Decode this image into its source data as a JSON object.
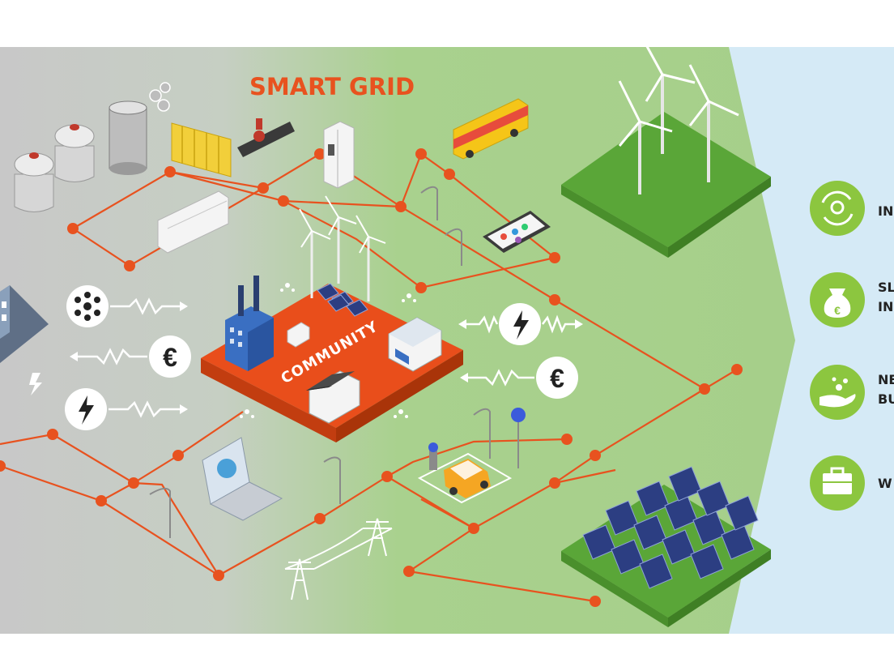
{
  "title": "SMART GRID",
  "hub_label": "COMMUNITY",
  "currency_symbol": "€",
  "colors": {
    "accent": "#e8521f",
    "grid_line": "#e8521f",
    "node": "#e8521f",
    "bg_left": "#c9c9c9",
    "bg_right": "#a9d18e",
    "sea": "#d5eaf6",
    "badge": "#8cc63f",
    "hub": "#e94e1b"
  },
  "side_panel": {
    "items": [
      {
        "icon": "innovation-cycle-icon",
        "lines": [
          "IN"
        ]
      },
      {
        "icon": "money-bag-euro-icon",
        "lines": [
          "SL",
          "IN"
        ]
      },
      {
        "icon": "hand-coins-icon",
        "lines": [
          "NE",
          "BU"
        ]
      },
      {
        "icon": "briefcase-icon",
        "lines": [
          "W"
        ]
      }
    ]
  },
  "flow_icons": [
    {
      "icon": "network-nodes-icon"
    },
    {
      "icon": "euro-icon"
    },
    {
      "icon": "lightning-icon"
    },
    {
      "icon": "lightning-icon"
    },
    {
      "icon": "euro-icon"
    }
  ]
}
